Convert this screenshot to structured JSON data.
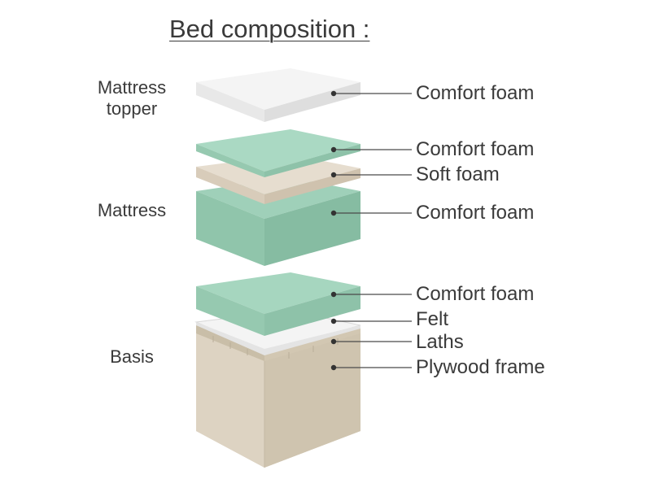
{
  "title": "Bed composition :",
  "groups": {
    "topper": {
      "label_line1": "Mattress",
      "label_line2": "topper"
    },
    "mattress": {
      "label": "Mattress"
    },
    "basis": {
      "label": "Basis"
    }
  },
  "layers": [
    {
      "group": "topper",
      "label": "Comfort foam",
      "color": "#f2f2f2"
    },
    {
      "group": "mattress",
      "label": "Comfort foam",
      "color": "#a9d7c1"
    },
    {
      "group": "mattress",
      "label": "Soft foam",
      "color": "#e0d6c6"
    },
    {
      "group": "mattress",
      "label": "Comfort foam",
      "color": "#93c7ae"
    },
    {
      "group": "basis",
      "label": "Comfort foam",
      "color": "#a9d7c1"
    },
    {
      "group": "basis",
      "label": "Felt",
      "color": "#eeeeee"
    },
    {
      "group": "basis",
      "label": "Laths",
      "color": "#d6ccb8"
    },
    {
      "group": "basis",
      "label": "Plywood frame",
      "color": "#ddd3c1"
    }
  ]
}
